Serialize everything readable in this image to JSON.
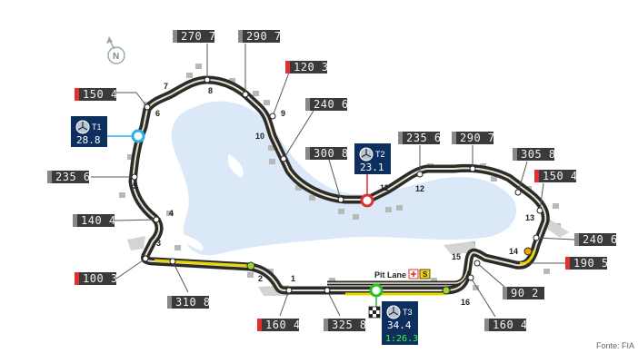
{
  "speed_tags": [
    {
      "id": "t7",
      "value": "270 7",
      "brake": false
    },
    {
      "id": "t8",
      "value": "290 7",
      "brake": false
    },
    {
      "id": "t9",
      "value": "120 3",
      "brake": true
    },
    {
      "id": "t10",
      "value": "240 6",
      "brake": false
    },
    {
      "id": "t6",
      "value": "150 4",
      "brake": true
    },
    {
      "id": "t11",
      "value": "300 8",
      "brake": false
    },
    {
      "id": "t12a",
      "value": "235 6",
      "brake": false
    },
    {
      "id": "t12b",
      "value": "290 7",
      "brake": false
    },
    {
      "id": "t13a",
      "value": "305 8",
      "brake": false
    },
    {
      "id": "t13b",
      "value": "150 4",
      "brake": true
    },
    {
      "id": "t5",
      "value": "235 6",
      "brake": false
    },
    {
      "id": "t4",
      "value": "140 4",
      "brake": false
    },
    {
      "id": "t14",
      "value": "240 6",
      "brake": false
    },
    {
      "id": "t15",
      "value": "190 5",
      "brake": true
    },
    {
      "id": "t3",
      "value": "100 3",
      "brake": true
    },
    {
      "id": "t2",
      "value": "310 8",
      "brake": false
    },
    {
      "id": "t16",
      "value": "90 2",
      "brake": false
    },
    {
      "id": "t1",
      "value": "160 4",
      "brake": true
    },
    {
      "id": "tpit",
      "value": "325 8",
      "brake": false
    },
    {
      "id": "t16b",
      "value": "160 4",
      "brake": false
    }
  ],
  "corners": [
    "1",
    "2",
    "3",
    "4",
    "5",
    "6",
    "7",
    "8",
    "9",
    "10",
    "11",
    "12",
    "13",
    "14",
    "15",
    "16"
  ],
  "sectors": [
    {
      "label": "T1",
      "value": "28.8"
    },
    {
      "label": "T2",
      "value": "23.1"
    },
    {
      "label": "T3",
      "value": "34.4",
      "laptime": "1:26.3"
    }
  ],
  "pit_lane_label": "Pit Lane",
  "pit_marker": "S",
  "compass_label": "N",
  "source_label": "Fonte: FIA",
  "colors": {
    "track": "#2b2b2b",
    "lake": "#dbe8f7",
    "tag": "#3a3a3a",
    "brake": "#e03030",
    "sector": "#0d2f5e",
    "yellow": "#e6d800"
  }
}
